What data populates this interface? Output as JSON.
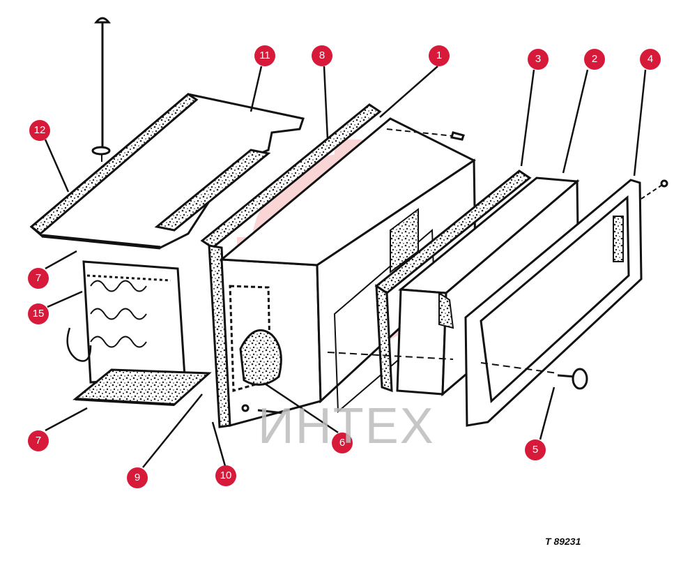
{
  "colors": {
    "callout": "#d7193a",
    "line": "#111111",
    "watermark": "#f2a3a3",
    "watermark_text": "#bdbdbd"
  },
  "watermark": {
    "text": "ИНТЕХ"
  },
  "drawing_code": "T 89231",
  "callouts": [
    {
      "id": "c1",
      "label": "1"
    },
    {
      "id": "c2",
      "label": "2"
    },
    {
      "id": "c3",
      "label": "3"
    },
    {
      "id": "c4",
      "label": "4"
    },
    {
      "id": "c5",
      "label": "5"
    },
    {
      "id": "c6",
      "label": "6"
    },
    {
      "id": "c7a",
      "label": "7"
    },
    {
      "id": "c7b",
      "label": "7"
    },
    {
      "id": "c8",
      "label": "8"
    },
    {
      "id": "c9",
      "label": "9"
    },
    {
      "id": "c10",
      "label": "10"
    },
    {
      "id": "c11",
      "label": "11"
    },
    {
      "id": "c12",
      "label": "12"
    },
    {
      "id": "c15",
      "label": "15"
    }
  ]
}
